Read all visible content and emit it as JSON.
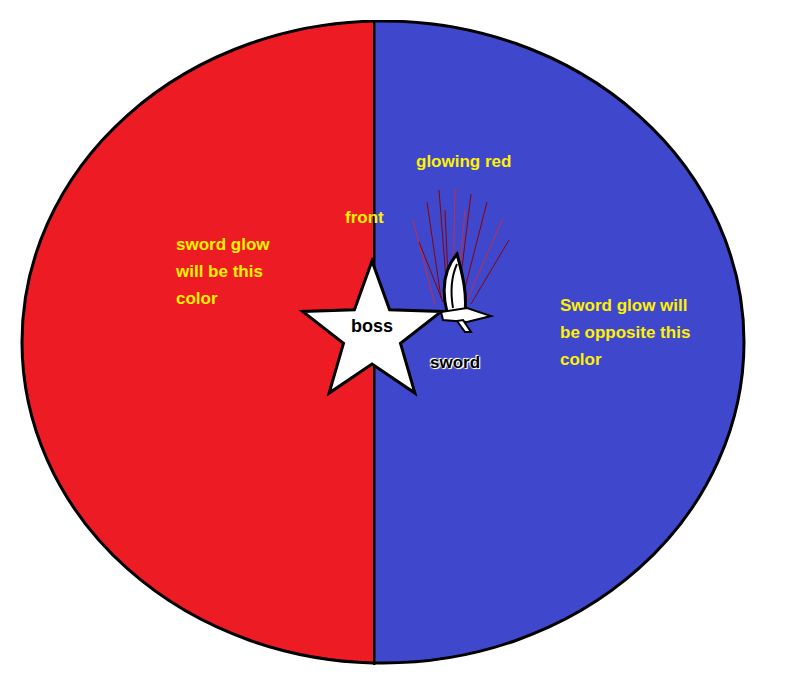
{
  "diagram": {
    "nodes": [
      {
        "text": [
          "sword glow will be this color"
        ]
      },
      {
        "text": [
          "Sword glow will be opposite this color"
        ]
      },
      {
        "text": [
          "boss"
        ]
      },
      {
        "text": [
          "sword"
        ],
        "in": 1
      }
    ],
    "labels": [
      "front",
      "glowing red"
    ]
  }
}
